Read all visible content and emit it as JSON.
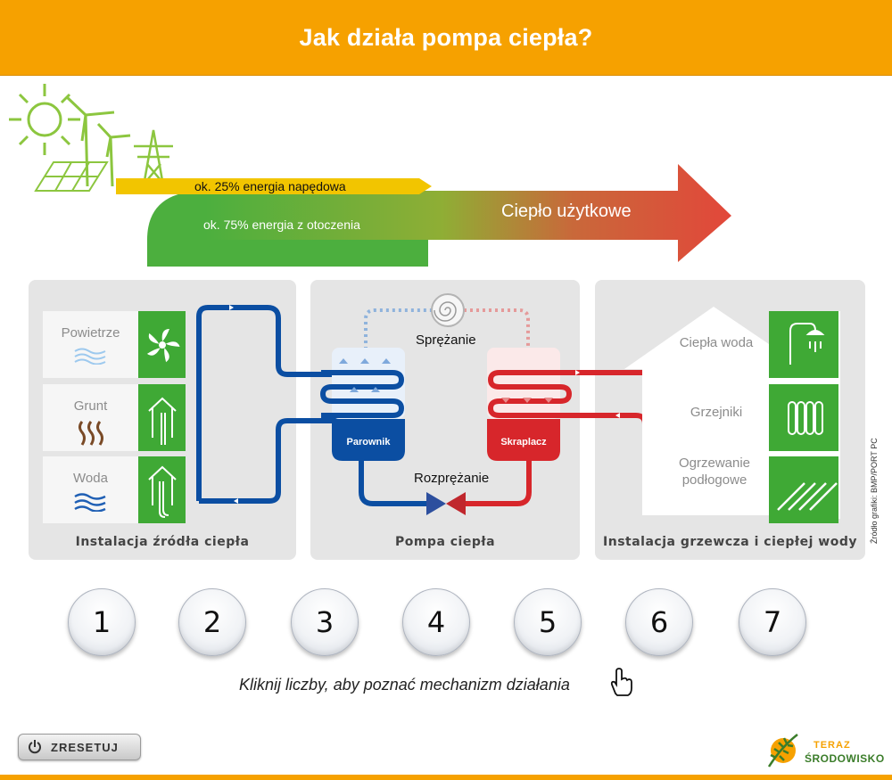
{
  "header": {
    "title": "Jak działa pompa ciepła?"
  },
  "energy": {
    "drive_energy_label": "ok. 25% energia napędowa",
    "ambient_energy_label": "ok. 75% energia z otoczenia",
    "useful_heat_label": "Ciepło użytkowe",
    "colors": {
      "green": "#4caf3e",
      "yellow": "#f2c500",
      "red": "#e2473a"
    }
  },
  "source_panel": {
    "label": "Instalacja źródła ciepła",
    "sources": [
      {
        "label": "Powietrze",
        "icon": "fan-icon"
      },
      {
        "label": "Grunt",
        "icon": "ground-house-icon"
      },
      {
        "label": "Woda",
        "icon": "water-house-icon"
      }
    ]
  },
  "pump_panel": {
    "label": "Pompa ciepła",
    "compression_label": "Sprężanie",
    "expansion_label": "Rozprężanie",
    "evaporator_label": "Parownik",
    "condenser_label": "Skraplacz"
  },
  "heating_panel": {
    "label": "Instalacja grzewcza i ciepłej wody",
    "items": [
      {
        "label": "Ciepła woda",
        "icon": "shower-icon"
      },
      {
        "label": "Grzejniki",
        "icon": "radiator-icon"
      },
      {
        "label": "Ogrzewanie podłogowe",
        "icon": "floor-heating-icon"
      }
    ]
  },
  "steps": [
    "1",
    "2",
    "3",
    "4",
    "5",
    "6",
    "7"
  ],
  "hint": "Kliknij liczby, aby poznać mechanizm działania",
  "reset_label": "ZRESETUJ",
  "credit": "Źródło grafiki: BMP/PORT PC",
  "logo": {
    "line1": "TERAZ",
    "line2": "ŚRODOWISKO"
  },
  "colors": {
    "orange": "#f6a100",
    "pipe_blue": "#0b4ea2",
    "pipe_red": "#d7262b",
    "green_tile": "#3fa935"
  }
}
